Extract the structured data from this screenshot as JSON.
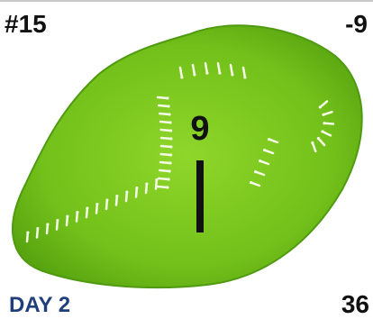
{
  "card": {
    "id": "#15",
    "top_right": "-9",
    "center_value": "9",
    "day_label": "DAY 2",
    "bottom_right": "36"
  },
  "colors": {
    "shape_fill": "#7bc51e",
    "shape_dark": "#4f9a10",
    "tick_color": "#f4fbe6",
    "day_label": "#1f3e7a",
    "text": "#111111"
  },
  "icons": {
    "shape": "green-kidney-blob-icon",
    "ticks": "white-arrow-ticks"
  }
}
